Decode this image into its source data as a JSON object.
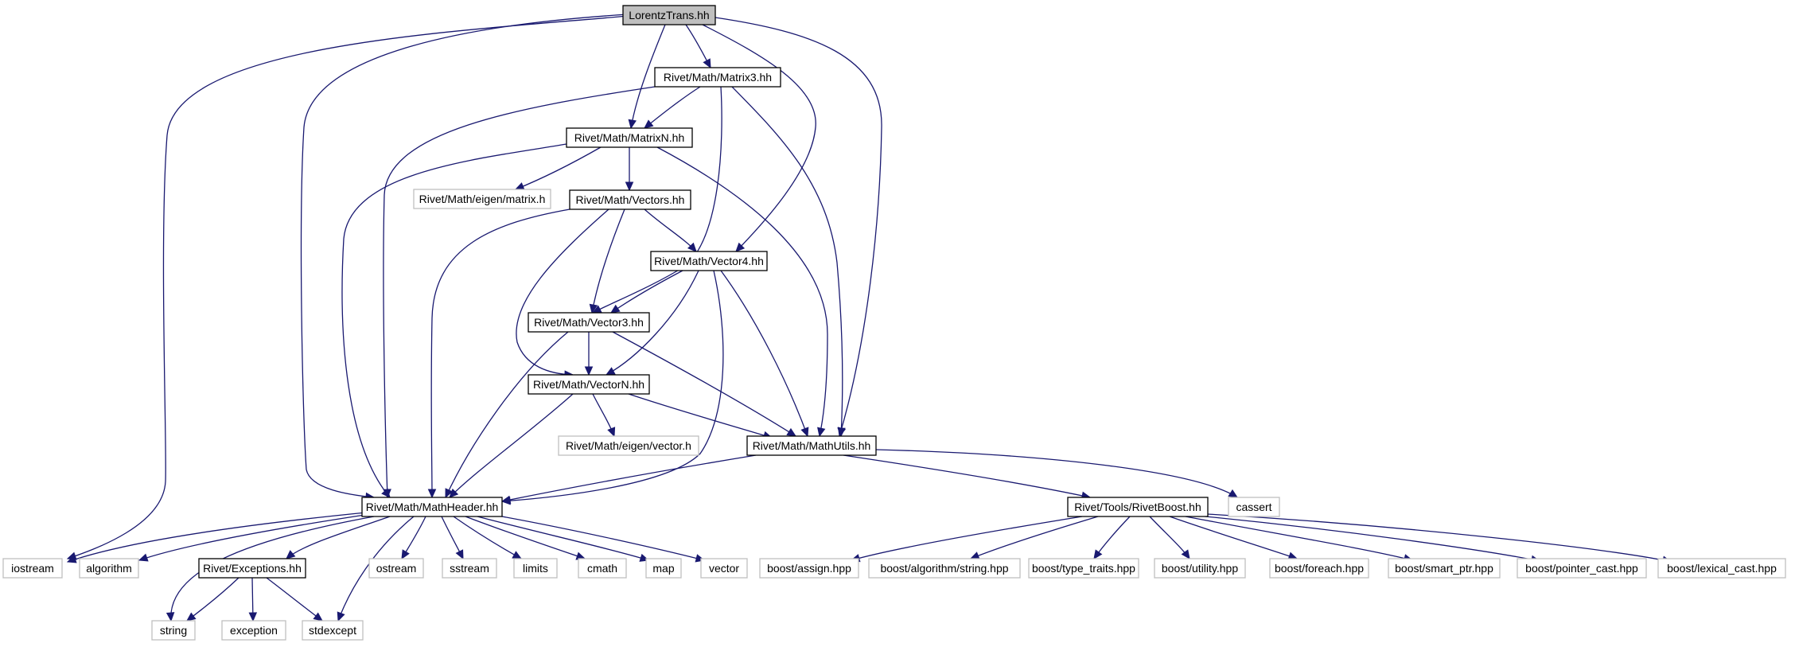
{
  "diagram": {
    "title": "LorentzTrans.hh",
    "colors": {
      "edge": "#191970",
      "root_fill": "#bfbfbf",
      "internal_border": "#000000",
      "external_border": "#bfbfbf",
      "text": "#000000"
    },
    "nodes": [
      {
        "id": "root",
        "label": "LorentzTrans.hh",
        "kind": "root"
      },
      {
        "id": "matrix3",
        "label": "Rivet/Math/Matrix3.hh",
        "kind": "internal"
      },
      {
        "id": "matrixn",
        "label": "Rivet/Math/MatrixN.hh",
        "kind": "internal"
      },
      {
        "id": "eigen_matrix",
        "label": "Rivet/Math/eigen/matrix.h",
        "kind": "external"
      },
      {
        "id": "vectors",
        "label": "Rivet/Math/Vectors.hh",
        "kind": "internal"
      },
      {
        "id": "vector4",
        "label": "Rivet/Math/Vector4.hh",
        "kind": "internal"
      },
      {
        "id": "vector3",
        "label": "Rivet/Math/Vector3.hh",
        "kind": "internal"
      },
      {
        "id": "vectorn",
        "label": "Rivet/Math/VectorN.hh",
        "kind": "internal"
      },
      {
        "id": "eigen_vector",
        "label": "Rivet/Math/eigen/vector.h",
        "kind": "external"
      },
      {
        "id": "mathutils",
        "label": "Rivet/Math/MathUtils.hh",
        "kind": "internal"
      },
      {
        "id": "mathheader",
        "label": "Rivet/Math/MathHeader.hh",
        "kind": "internal"
      },
      {
        "id": "rivetboost",
        "label": "Rivet/Tools/RivetBoost.hh",
        "kind": "internal"
      },
      {
        "id": "cassert",
        "label": "cassert",
        "kind": "external"
      },
      {
        "id": "exceptions",
        "label": "Rivet/Exceptions.hh",
        "kind": "internal"
      },
      {
        "id": "iostream",
        "label": "iostream",
        "kind": "external"
      },
      {
        "id": "algorithm",
        "label": "algorithm",
        "kind": "external"
      },
      {
        "id": "ostream",
        "label": "ostream",
        "kind": "external"
      },
      {
        "id": "sstream",
        "label": "sstream",
        "kind": "external"
      },
      {
        "id": "limits",
        "label": "limits",
        "kind": "external"
      },
      {
        "id": "cmath",
        "label": "cmath",
        "kind": "external"
      },
      {
        "id": "map",
        "label": "map",
        "kind": "external"
      },
      {
        "id": "vector",
        "label": "vector",
        "kind": "external"
      },
      {
        "id": "string",
        "label": "string",
        "kind": "external"
      },
      {
        "id": "exception",
        "label": "exception",
        "kind": "external"
      },
      {
        "id": "stdexcept",
        "label": "stdexcept",
        "kind": "external"
      },
      {
        "id": "boost_assign",
        "label": "boost/assign.hpp",
        "kind": "external"
      },
      {
        "id": "boost_algstring",
        "label": "boost/algorithm/string.hpp",
        "kind": "external"
      },
      {
        "id": "boost_typetraits",
        "label": "boost/type_traits.hpp",
        "kind": "external"
      },
      {
        "id": "boost_utility",
        "label": "boost/utility.hpp",
        "kind": "external"
      },
      {
        "id": "boost_foreach",
        "label": "boost/foreach.hpp",
        "kind": "external"
      },
      {
        "id": "boost_smartptr",
        "label": "boost/smart_ptr.hpp",
        "kind": "external"
      },
      {
        "id": "boost_pointercast",
        "label": "boost/pointer_cast.hpp",
        "kind": "external"
      },
      {
        "id": "boost_lexicalcast",
        "label": "boost/lexical_cast.hpp",
        "kind": "external"
      }
    ],
    "edges": [
      {
        "from": "root",
        "to": "iostream"
      },
      {
        "from": "root",
        "to": "mathheader"
      },
      {
        "from": "root",
        "to": "matrixn"
      },
      {
        "from": "root",
        "to": "matrix3"
      },
      {
        "from": "root",
        "to": "vector4"
      },
      {
        "from": "root",
        "to": "mathutils"
      },
      {
        "from": "matrix3",
        "to": "mathheader"
      },
      {
        "from": "matrix3",
        "to": "matrixn"
      },
      {
        "from": "matrix3",
        "to": "vector3"
      },
      {
        "from": "matrix3",
        "to": "mathutils"
      },
      {
        "from": "matrixn",
        "to": "mathheader"
      },
      {
        "from": "matrixn",
        "to": "eigen_matrix"
      },
      {
        "from": "matrixn",
        "to": "vectors"
      },
      {
        "from": "matrixn",
        "to": "mathutils"
      },
      {
        "from": "vectors",
        "to": "mathheader"
      },
      {
        "from": "vectors",
        "to": "vectorn"
      },
      {
        "from": "vectors",
        "to": "vector3"
      },
      {
        "from": "vectors",
        "to": "vector4"
      },
      {
        "from": "vector4",
        "to": "vector3"
      },
      {
        "from": "vector4",
        "to": "vectorn"
      },
      {
        "from": "vector4",
        "to": "mathheader"
      },
      {
        "from": "vector4",
        "to": "mathutils"
      },
      {
        "from": "vector3",
        "to": "mathheader"
      },
      {
        "from": "vector3",
        "to": "vectorn"
      },
      {
        "from": "vector3",
        "to": "mathutils"
      },
      {
        "from": "vectorn",
        "to": "mathheader"
      },
      {
        "from": "vectorn",
        "to": "eigen_vector"
      },
      {
        "from": "vectorn",
        "to": "mathutils"
      },
      {
        "from": "mathutils",
        "to": "mathheader"
      },
      {
        "from": "mathutils",
        "to": "rivetboost"
      },
      {
        "from": "mathutils",
        "to": "cassert"
      },
      {
        "from": "mathheader",
        "to": "iostream"
      },
      {
        "from": "mathheader",
        "to": "algorithm"
      },
      {
        "from": "mathheader",
        "to": "string"
      },
      {
        "from": "mathheader",
        "to": "exceptions"
      },
      {
        "from": "mathheader",
        "to": "stdexcept"
      },
      {
        "from": "mathheader",
        "to": "ostream"
      },
      {
        "from": "mathheader",
        "to": "sstream"
      },
      {
        "from": "mathheader",
        "to": "limits"
      },
      {
        "from": "mathheader",
        "to": "cmath"
      },
      {
        "from": "mathheader",
        "to": "map"
      },
      {
        "from": "mathheader",
        "to": "vector"
      },
      {
        "from": "exceptions",
        "to": "string"
      },
      {
        "from": "exceptions",
        "to": "exception"
      },
      {
        "from": "exceptions",
        "to": "stdexcept"
      },
      {
        "from": "rivetboost",
        "to": "boost_assign"
      },
      {
        "from": "rivetboost",
        "to": "boost_algstring"
      },
      {
        "from": "rivetboost",
        "to": "boost_typetraits"
      },
      {
        "from": "rivetboost",
        "to": "boost_utility"
      },
      {
        "from": "rivetboost",
        "to": "boost_foreach"
      },
      {
        "from": "rivetboost",
        "to": "boost_smartptr"
      },
      {
        "from": "rivetboost",
        "to": "boost_pointercast"
      },
      {
        "from": "rivetboost",
        "to": "boost_lexicalcast"
      }
    ]
  }
}
